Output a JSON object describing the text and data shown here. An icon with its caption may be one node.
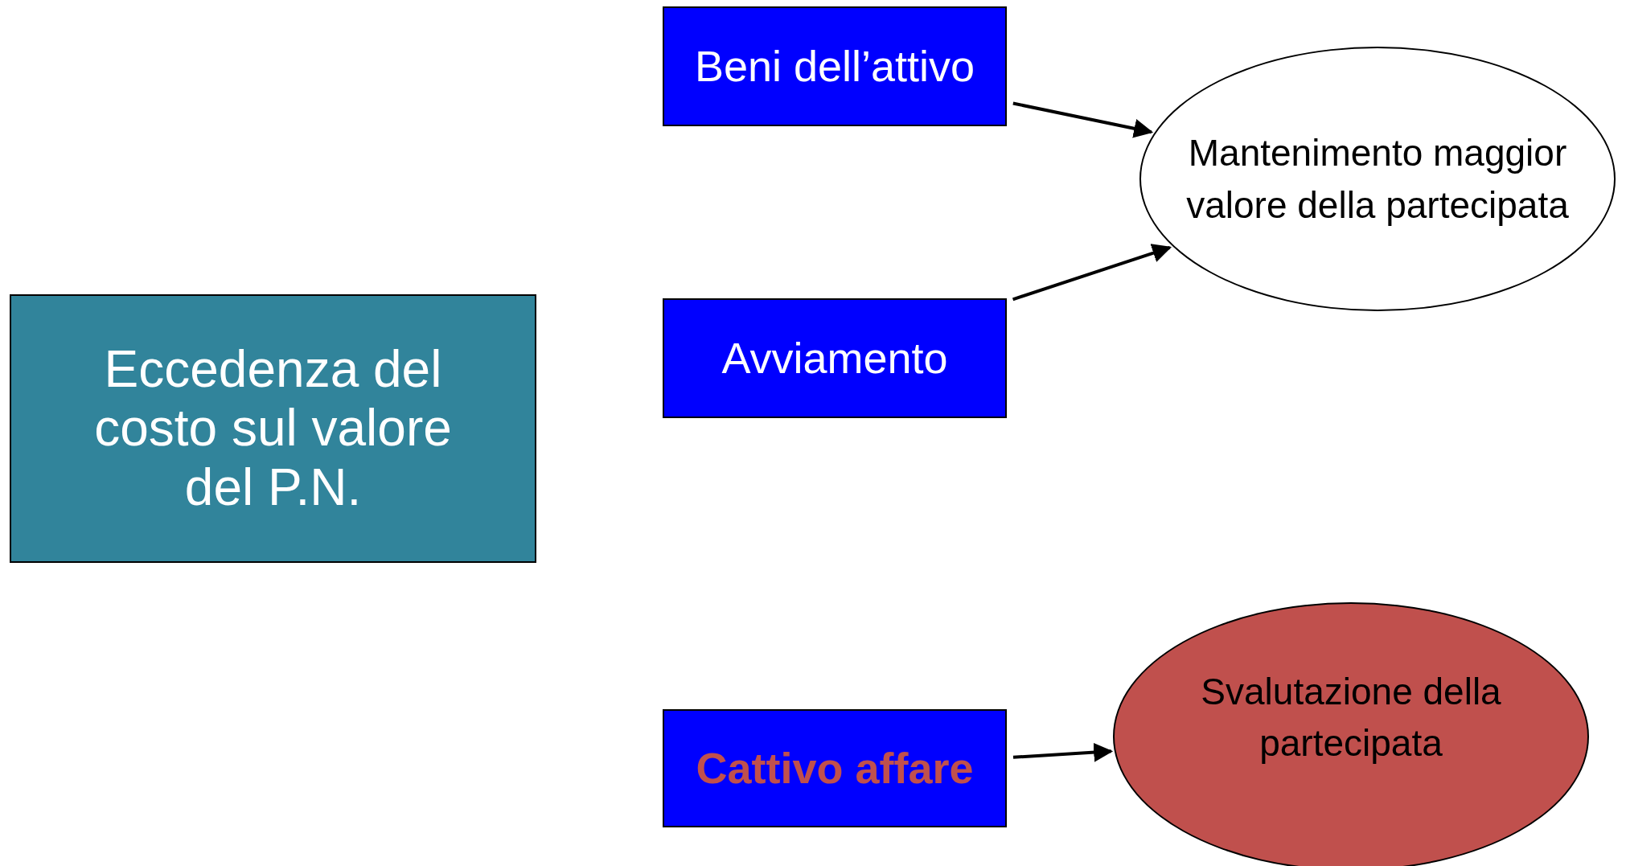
{
  "diagram": {
    "nodes": [
      {
        "text": [
          "Eccedenza del costo sul valore del P.N."
        ]
      },
      {
        "text": [
          "Beni dell’attivo"
        ]
      },
      {
        "text": [
          "Avviamento"
        ]
      },
      {
        "text": [
          "Cattivo affare"
        ]
      },
      {
        "text": [
          "Mantenimento maggior valore della partecipata"
        ]
      },
      {
        "text": [
          "Svalutazione della partecipata"
        ]
      }
    ],
    "edges": [
      {
        "from": 1,
        "to": 4,
        "arrow": "to"
      },
      {
        "from": 2,
        "to": 4,
        "arrow": "to"
      },
      {
        "from": 3,
        "to": 5,
        "arrow": "to"
      }
    ]
  }
}
